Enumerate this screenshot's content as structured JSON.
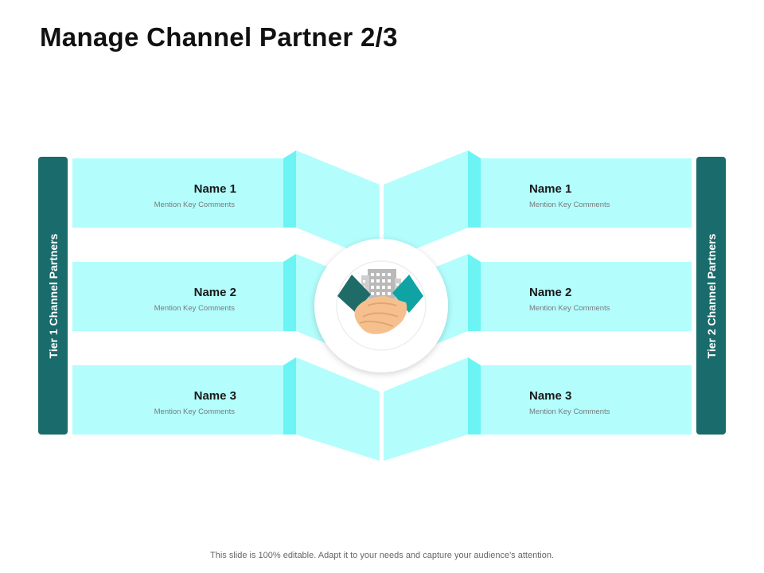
{
  "title": "Manage Channel Partner 2/3",
  "tiers": {
    "left": "Tier 1 Channel Partners",
    "right": "Tier 2 Channel Partners"
  },
  "left_partners": [
    {
      "name": "Name 1",
      "comment": "Mention Key Comments"
    },
    {
      "name": "Name 2",
      "comment": "Mention Key Comments"
    },
    {
      "name": "Name 3",
      "comment": "Mention Key Comments"
    }
  ],
  "right_partners": [
    {
      "name": "Name 1",
      "comment": "Mention Key Comments"
    },
    {
      "name": "Name 2",
      "comment": "Mention Key Comments"
    },
    {
      "name": "Name 3",
      "comment": "Mention Key Comments"
    }
  ],
  "center_icon": "handshake-building-icon",
  "colors": {
    "tier_bar": "#1a6b6b",
    "box_fill": "#b3fdfd",
    "box_accent": "#6cf4f4",
    "hand_dark": "#1f6b68",
    "hand_teal": "#10a3a3",
    "skin": "#f5c08e"
  },
  "footer": "This slide is 100% editable. Adapt it to your needs and capture your audience's attention."
}
